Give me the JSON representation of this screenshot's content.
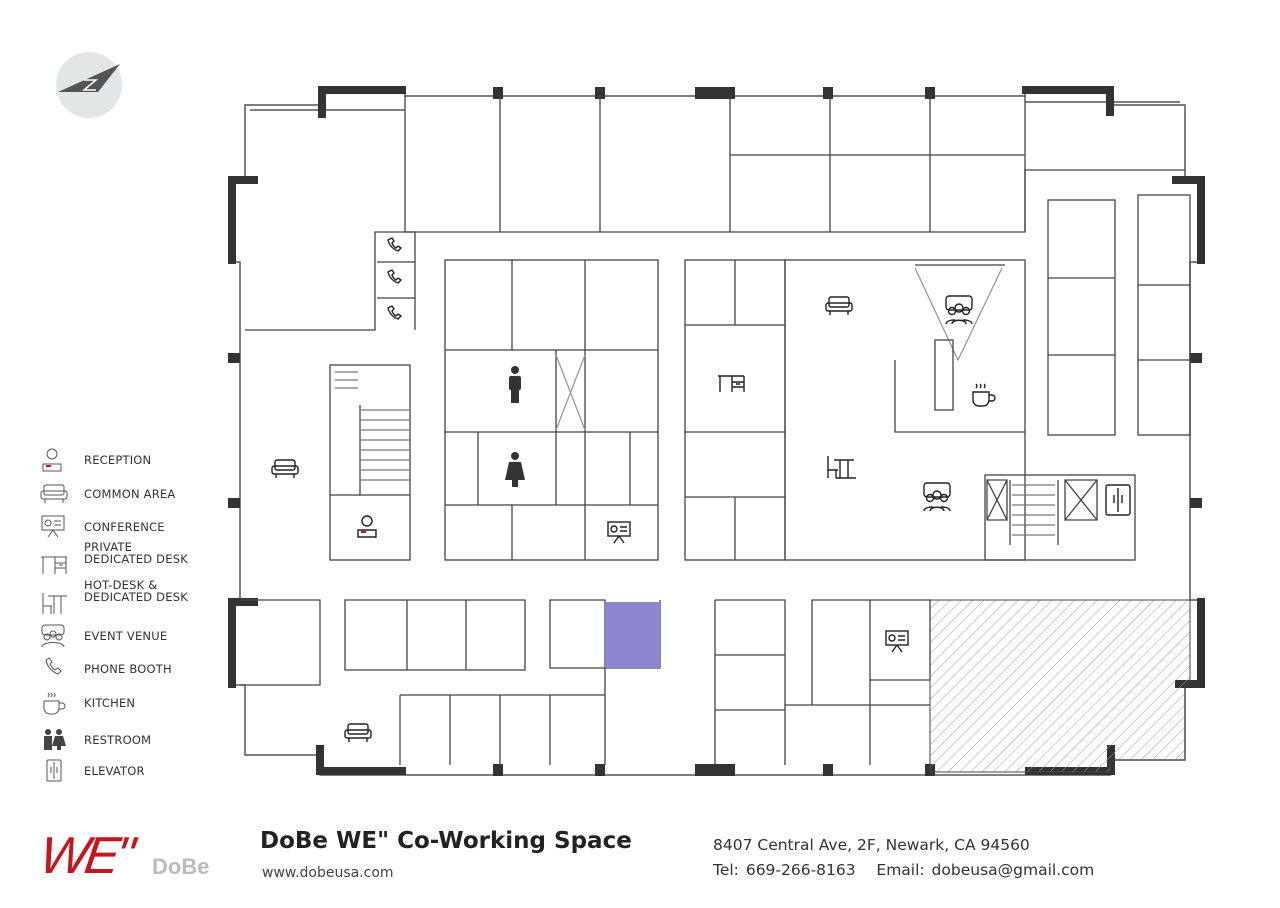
{
  "legend": [
    {
      "icon": "reception-icon",
      "label": "RECEPTION"
    },
    {
      "icon": "sofa-icon",
      "label": "COMMON AREA"
    },
    {
      "icon": "conference-icon",
      "label": "CONFERENCE"
    },
    {
      "icon": "private-desk-icon",
      "label": "PRIVATE\nDEDICATED DESK"
    },
    {
      "icon": "hot-desk-icon",
      "label": "HOT-DESK &\nDEDICATED DESK"
    },
    {
      "icon": "event-venue-icon",
      "label": "EVENT VENUE"
    },
    {
      "icon": "phone-icon",
      "label": "PHONE BOOTH"
    },
    {
      "icon": "kitchen-icon",
      "label": "KITCHEN"
    },
    {
      "icon": "restroom-icon",
      "label": "RESTROOM"
    },
    {
      "icon": "elevator-icon",
      "label": "ELEVATOR"
    }
  ],
  "footer": {
    "logo_we": "WE\"",
    "logo_dobe": "DoBe",
    "title": "DoBe WE\" Co-Working Space",
    "website": "www.dobeusa.com",
    "address": "8407 Central Ave, 2F, Newark, CA 94560",
    "contact": "Tel: 669-266-8163   Email: dobeusa@gmail.com"
  },
  "colors": {
    "highlight_room": "#8b86cf",
    "wall": "#333333",
    "logo_red": "#c8141c"
  }
}
